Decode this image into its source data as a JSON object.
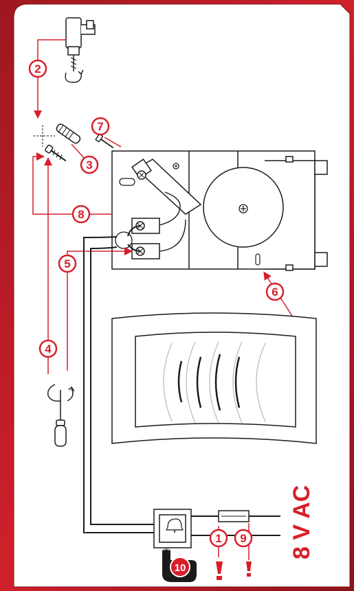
{
  "colors": {
    "accent": "#d81e2a",
    "frame": "#b51d26",
    "line": "#1a1a1a",
    "panel": "#ffffff"
  },
  "voltage_label": "8 V AC",
  "steps": [
    "1",
    "2",
    "3",
    "4",
    "5",
    "6",
    "7",
    "8",
    "9",
    "10"
  ],
  "icons": [
    "drill-icon",
    "screwdriver-icon",
    "rotate-icon",
    "wall-plug-icon",
    "screw-icon",
    "nail-icon",
    "fuse-icon",
    "bell-push-button-icon",
    "finger-icon",
    "warning-icon",
    "crosshair-icon"
  ]
}
